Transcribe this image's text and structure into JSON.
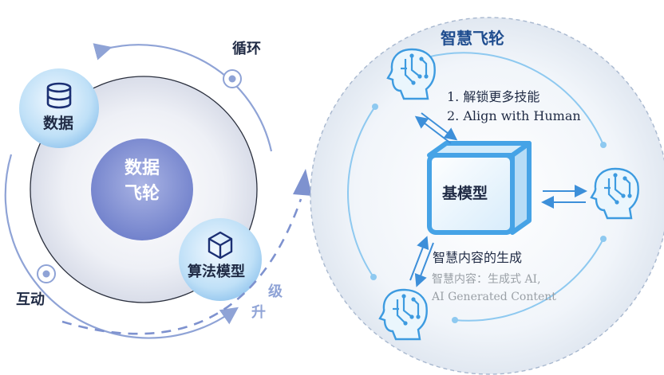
{
  "left": {
    "center_line1": "数据",
    "center_line2": "飞轮",
    "data_node": "数据",
    "model_node": "算法模型",
    "cycle_label": "循环",
    "interact_label": "互动",
    "upgrade_char1": "级",
    "upgrade_char2": "升"
  },
  "right": {
    "title": "智慧飞轮",
    "base_model": "基模型",
    "step1": "1. 解锁更多技能",
    "step2": "2. Align with Human",
    "gen_title": "智慧内容的生成",
    "gen_note1": "智慧内容：生成式 AI,",
    "gen_note2": "AI Generated Content"
  },
  "colors": {
    "accent": "#3d9be0",
    "ring": "#8fa3d6",
    "core": "#7e8fd1",
    "text": "#1f2a44",
    "muted": "#9aa0a6"
  },
  "icons": {
    "data_node": "database-icon",
    "model_node": "cube-icon",
    "persons": "robot-head-icon"
  }
}
